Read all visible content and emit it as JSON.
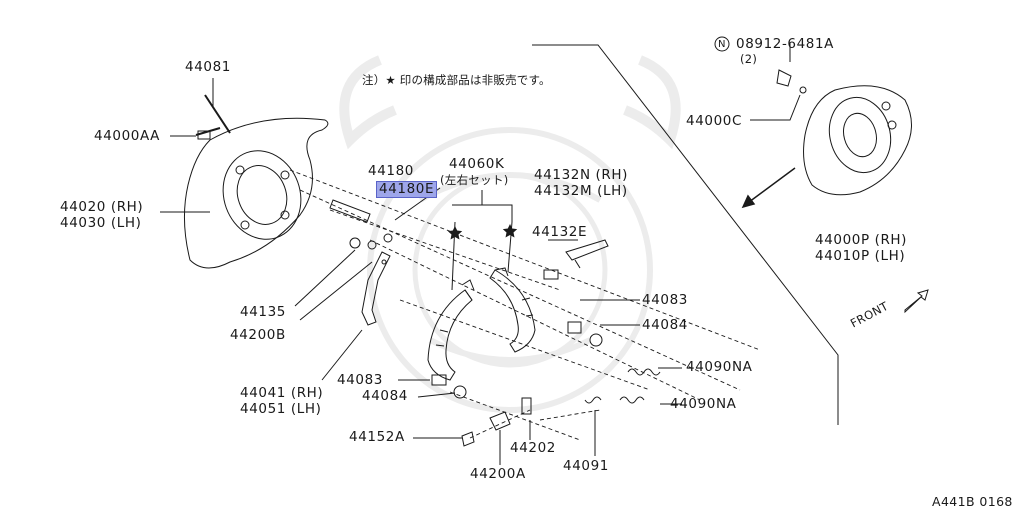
{
  "note": "注）★ 印の構成部品は非販売です。",
  "parts": {
    "p44081": "44081",
    "p44000AA": "44000AA",
    "p44020": "44020 (RH)",
    "p44030": "44030 (LH)",
    "p44180": "44180",
    "p44180E": "44180E",
    "p44060K": "44060K",
    "p44060K_sub": "(左右セット)",
    "p44132N": "44132N (RH)",
    "p44132M": "44132M (LH)",
    "p44132E": "44132E",
    "p08912_circle": "N",
    "p08912": "08912-6481A",
    "p08912_qty": "(2)",
    "p44000C": "44000C",
    "p44000P": "44000P (RH)",
    "p44010P": "44010P (LH)",
    "p44135": "44135",
    "p44200B": "44200B",
    "p44083_a": "44083",
    "p44084_a": "44084",
    "p44090NA_a": "44090NA",
    "p44090NA_b": "44090NA",
    "p44041": "44041 (RH)",
    "p44051": "44051 (LH)",
    "p44083_b": "44083",
    "p44084_b": "44084",
    "p44152A": "44152A",
    "p44202": "44202",
    "p44200A": "44200A",
    "p44091": "44091"
  },
  "front_label": "FRONT",
  "catalog_code": "A441B 0168",
  "colors": {
    "ink": "#1a1a1a",
    "highlight": "#9ea6ea",
    "highlight_border": "#5a63c8",
    "watermark": "#ececec"
  }
}
